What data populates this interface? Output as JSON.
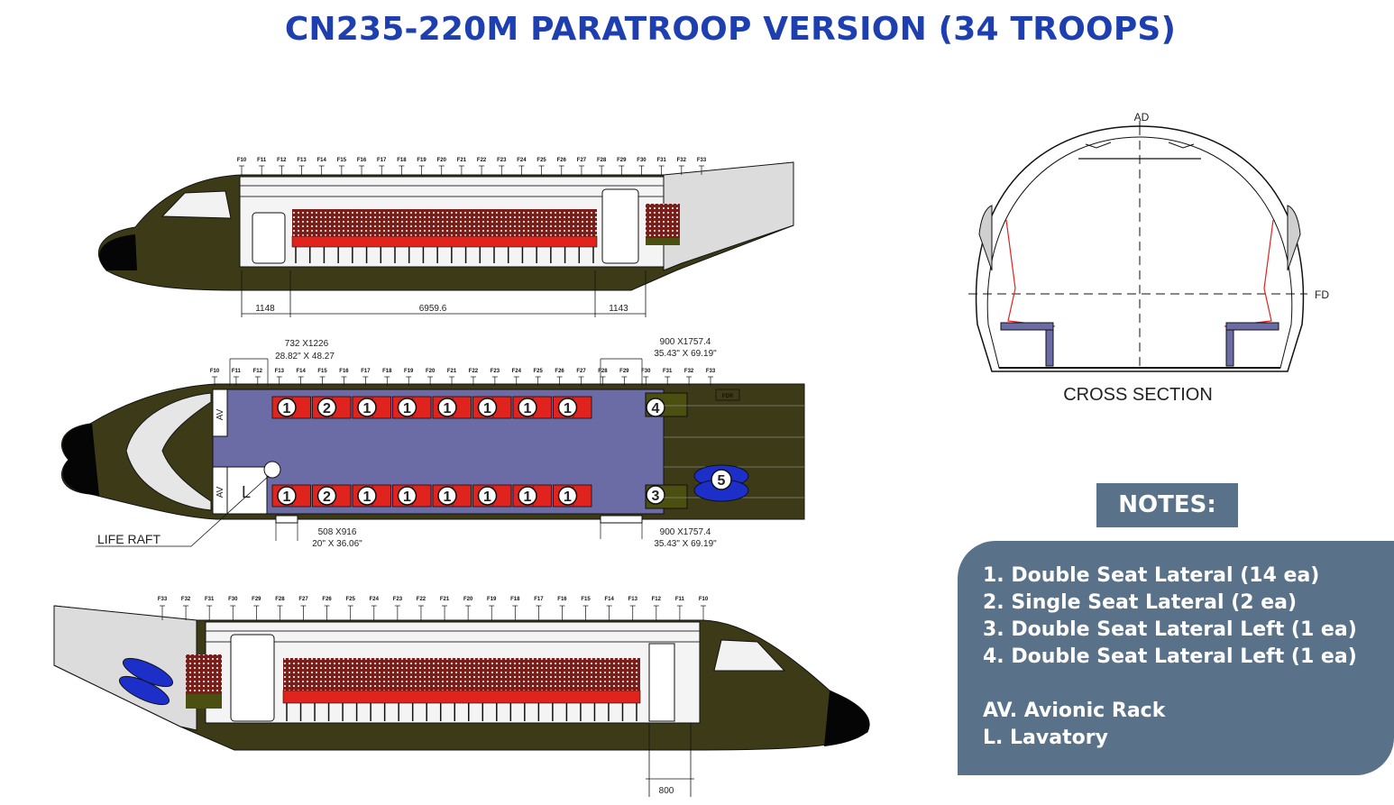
{
  "title": "CN235-220M PARATROOP VERSION (34 TROOPS)",
  "frames_top": [
    "F10",
    "F11",
    "F12",
    "F13",
    "F14",
    "F15",
    "F16",
    "F17",
    "F18",
    "F19",
    "F20",
    "F21",
    "F22",
    "F23",
    "F24",
    "F25",
    "F26",
    "F27",
    "F28",
    "F29",
    "F30",
    "F31",
    "F32",
    "F33"
  ],
  "frames_bottom": [
    "F33",
    "F32",
    "F31",
    "F30",
    "F29",
    "F28",
    "F27",
    "F26",
    "F25",
    "F24",
    "F23",
    "F22",
    "F21",
    "F20",
    "F19",
    "F18",
    "F17",
    "F16",
    "F15",
    "F14",
    "F13",
    "F12",
    "F11",
    "F10"
  ],
  "dims": {
    "top_left": "1148",
    "top_mid": "6959.6",
    "top_right": "1143",
    "door_fwd_mm": "732 X1226",
    "door_fwd_in": "28.82\" X 48.27",
    "door_aft_top_mm": "900 X1757.4",
    "door_aft_top_in": "35.43\" X 69.19\"",
    "door_low_mm": "508 X916",
    "door_low_in": "20\" X 36.06\"",
    "door_aft_bot_mm": "900 X1757.4",
    "door_aft_bot_in": "35.43\" X 69.19\"",
    "bottom": "800"
  },
  "labels": {
    "life_raft": "LIFE RAFT",
    "cross_section": "CROSS SECTION",
    "ad": "AD",
    "fd": "FD",
    "av": "AV",
    "lav": "L",
    "fdr": "FDR"
  },
  "seats_upper": [
    "1",
    "2",
    "1",
    "1",
    "1",
    "1",
    "1",
    "1"
  ],
  "seats_lower": [
    "1",
    "2",
    "1",
    "1",
    "1",
    "1",
    "1",
    "1"
  ],
  "seat_left_upper": "4",
  "seat_left_lower": "3",
  "raft_num": "5",
  "notes": {
    "heading": "NOTES:",
    "items": [
      "1.  Double Seat Lateral (14 ea)",
      "2. Single Seat Lateral (2 ea)",
      "3. Double Seat Lateral Left (1 ea)",
      "4. Double Seat Lateral Left (1 ea)"
    ],
    "abbrevs": [
      "AV. Avionic Rack",
      "L. Lavatory"
    ]
  },
  "colors": {
    "fuselage": "#3d3b17",
    "cabin": "#6b6ba6",
    "seat": "#e0231c",
    "raft": "#1c2fc8",
    "title": "#1e3fb0",
    "notes": "#5a7289"
  }
}
